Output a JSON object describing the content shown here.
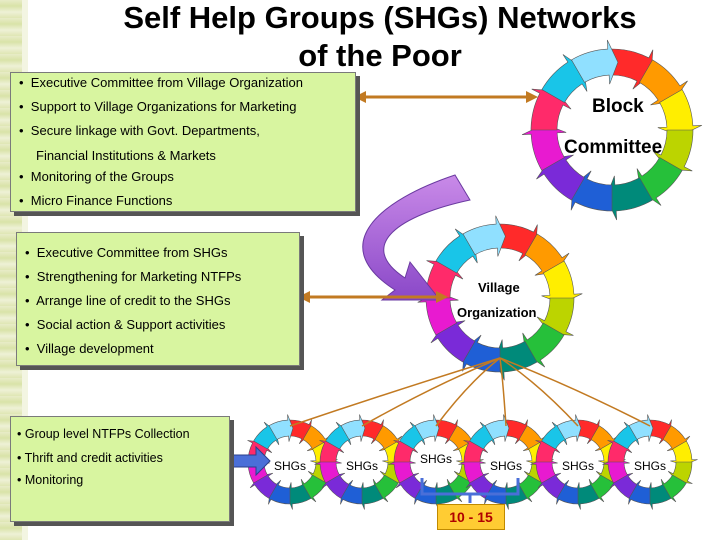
{
  "title_line1": "Self Help Groups (SHGs) Networks",
  "title_line2": "of the Poor",
  "block_box": {
    "items": [
      "Executive Committee from Village Organization",
      "Support to  Village Organizations for Marketing",
      "Secure linkage with Govt. Departments,",
      "Financial Institutions & Markets",
      "Monitoring of the Groups",
      "Micro Finance Functions"
    ]
  },
  "block_label": {
    "line1": "Block",
    "line2": "Committee"
  },
  "village_box": {
    "items": [
      "Executive Committee from SHGs",
      "Strengthening for Marketing NTFPs",
      "Arrange line of credit to the SHGs",
      "Social action & Support activities",
      "Village development"
    ]
  },
  "village_label": {
    "line1": "Village",
    "line2": "Organization"
  },
  "shg_box": {
    "items": [
      "Group level NTFPs Collection",
      "Thrift and credit activities",
      "Monitoring"
    ]
  },
  "shg_labels": [
    "SHGs",
    "SHGs",
    "SHGs",
    "SHGs",
    "SHGs",
    "SHGs"
  ],
  "shg_range": "10 - 15",
  "bullet_char": "•",
  "colors": {
    "box_fill": "#d8f5a0",
    "arrow_blue": "#4a6fd8",
    "arrow_purple": "#b06ad8",
    "cycle": [
      "#ff2a2a",
      "#ff9a00",
      "#ffee00",
      "#bcd400",
      "#26c03a",
      "#008a7a",
      "#1f5fd6",
      "#7a2ad8",
      "#e81ad0",
      "#ff2a6a",
      "#19c5e8",
      "#90e0ff"
    ]
  }
}
